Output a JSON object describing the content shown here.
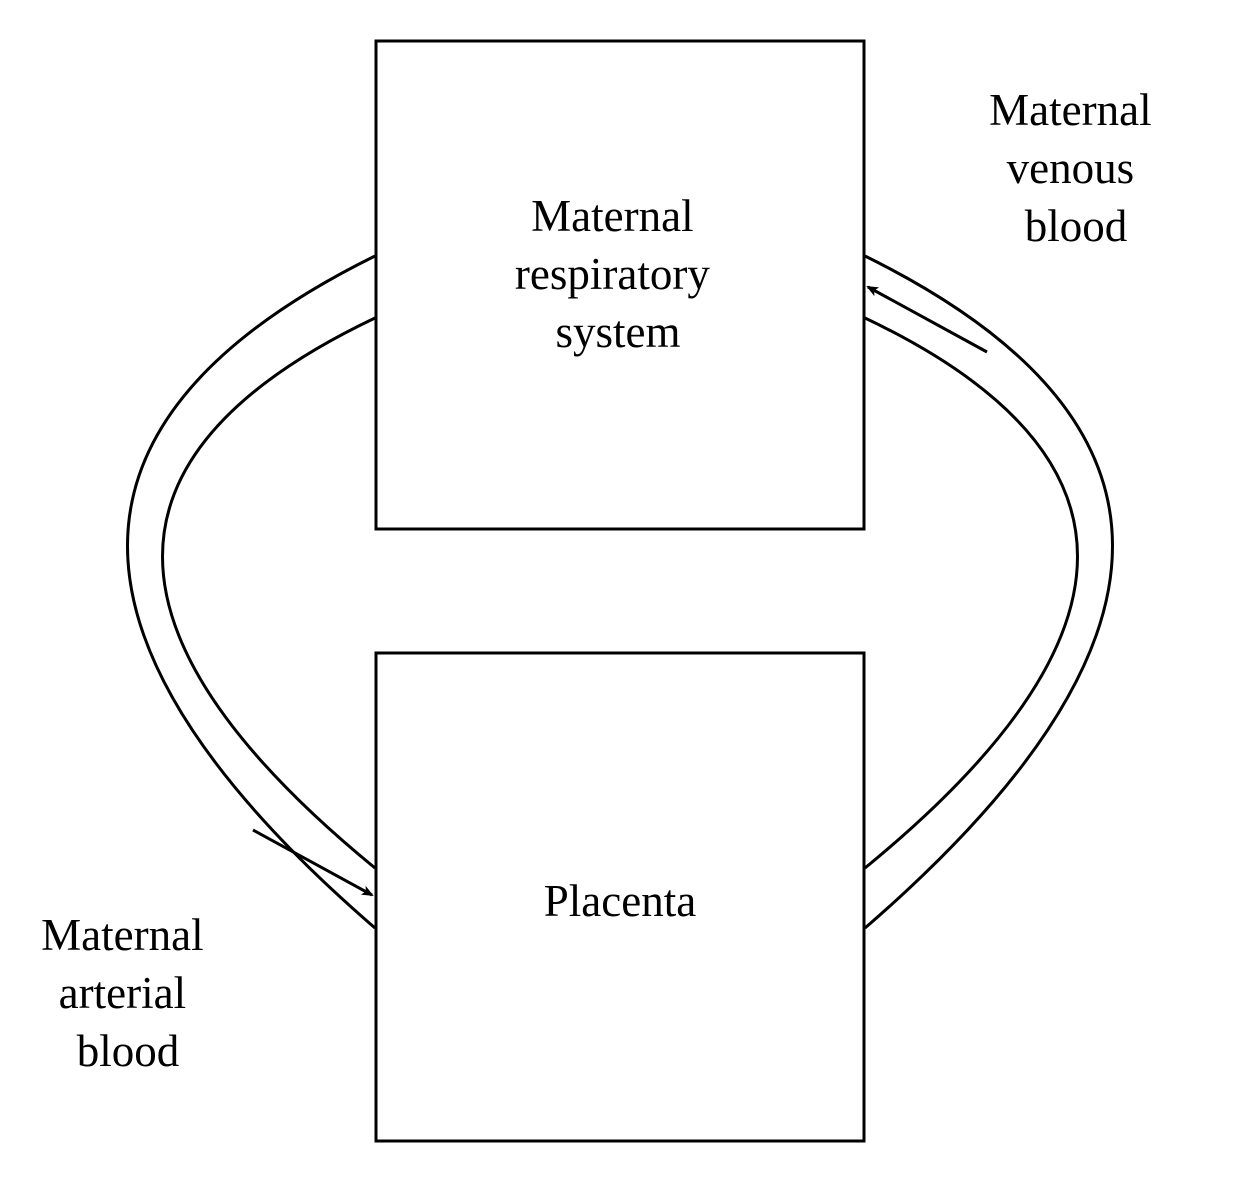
{
  "boxes": {
    "respiratory": {
      "lines": [
        "Maternal",
        "respiratory",
        "system"
      ]
    },
    "placenta": {
      "lines": [
        "Placenta"
      ]
    }
  },
  "vessels": {
    "venous": {
      "lines": [
        "Maternal",
        "venous",
        "blood"
      ]
    },
    "arterial": {
      "lines": [
        "Maternal",
        "arterial",
        "blood"
      ]
    }
  },
  "colors": {
    "stroke": "#000000",
    "background": "#ffffff"
  }
}
